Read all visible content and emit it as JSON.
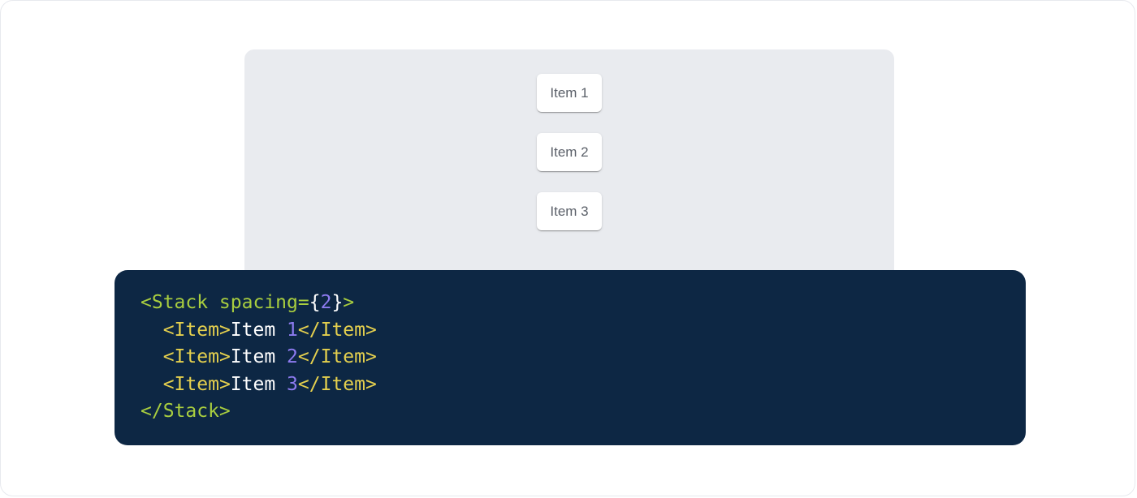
{
  "colors": {
    "frame_border": "#e7e9ee",
    "demo_surface_bg": "#e9ebef",
    "item_bg": "#ffffff",
    "item_text": "#5b6069",
    "code_bg": "#0d2744",
    "token_green": "#a9ce3f",
    "token_yellow": "#e5d04e",
    "token_purple": "#8d7bf0",
    "token_white": "#ffffff"
  },
  "demo": {
    "items": [
      {
        "label": "Item 1"
      },
      {
        "label": "Item 2"
      },
      {
        "label": "Item 3"
      }
    ]
  },
  "code": {
    "lines": [
      {
        "tokens": [
          {
            "text": "<Stack spacing=",
            "color": "token_green"
          },
          {
            "text": "{",
            "color": "token_white"
          },
          {
            "text": "2",
            "color": "token_purple"
          },
          {
            "text": "}",
            "color": "token_white"
          },
          {
            "text": ">",
            "color": "token_green"
          }
        ]
      },
      {
        "tokens": [
          {
            "text": "  ",
            "color": "token_white"
          },
          {
            "text": "<Item>",
            "color": "token_yellow"
          },
          {
            "text": "Item ",
            "color": "token_white"
          },
          {
            "text": "1",
            "color": "token_purple"
          },
          {
            "text": "</Item>",
            "color": "token_yellow"
          }
        ]
      },
      {
        "tokens": [
          {
            "text": "  ",
            "color": "token_white"
          },
          {
            "text": "<Item>",
            "color": "token_yellow"
          },
          {
            "text": "Item ",
            "color": "token_white"
          },
          {
            "text": "2",
            "color": "token_purple"
          },
          {
            "text": "</Item>",
            "color": "token_yellow"
          }
        ]
      },
      {
        "tokens": [
          {
            "text": "  ",
            "color": "token_white"
          },
          {
            "text": "<Item>",
            "color": "token_yellow"
          },
          {
            "text": "Item ",
            "color": "token_white"
          },
          {
            "text": "3",
            "color": "token_purple"
          },
          {
            "text": "</Item>",
            "color": "token_yellow"
          }
        ]
      },
      {
        "tokens": [
          {
            "text": "</Stack>",
            "color": "token_green"
          }
        ]
      }
    ]
  }
}
